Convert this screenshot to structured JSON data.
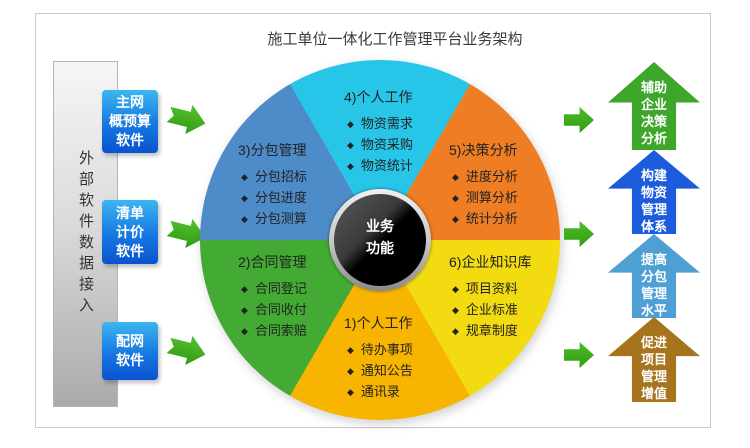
{
  "title": "施工单位一体化工作管理平台业务架构",
  "bullet_char": "◆",
  "external": {
    "label": "外部软件数据接入",
    "boxes": [
      {
        "lines": [
          "主网",
          "概预算",
          "软件"
        ]
      },
      {
        "lines": [
          "清单",
          "计价",
          "软件"
        ]
      },
      {
        "lines": [
          "配网",
          "软件"
        ]
      }
    ]
  },
  "hub": {
    "line1": "业务",
    "line2": "功能"
  },
  "segments": [
    {
      "id": 1,
      "title": "1)个人工作",
      "items": [
        "待办事项",
        "通知公告",
        "通讯录"
      ],
      "color": "#F7B400",
      "position": "bottom"
    },
    {
      "id": 2,
      "title": "2)合同管理",
      "items": [
        "合同登记",
        "合同收付",
        "合同索赔"
      ],
      "color": "#43AA34",
      "position": "lower-left"
    },
    {
      "id": 3,
      "title": "3)分包管理",
      "items": [
        "分包招标",
        "分包进度",
        "分包测算"
      ],
      "color": "#4E8CC9",
      "position": "upper-left"
    },
    {
      "id": 4,
      "title": "4)个人工作",
      "items": [
        "物资需求",
        "物资采购",
        "物资统计"
      ],
      "color": "#27C6E8",
      "position": "top"
    },
    {
      "id": 5,
      "title": "5)决策分析",
      "items": [
        "进度分析",
        "测算分析",
        "统计分析"
      ],
      "color": "#EE7D23",
      "position": "upper-right"
    },
    {
      "id": 6,
      "title": "6)企业知识库",
      "items": [
        "项目资料",
        "企业标准",
        "规章制度"
      ],
      "color": "#F2DB10",
      "position": "lower-right"
    }
  ],
  "outcomes": [
    {
      "lines": [
        "辅助",
        "企业",
        "决策",
        "分析"
      ],
      "color": "#3DA62B"
    },
    {
      "lines": [
        "构建",
        "物资",
        "管理",
        "体系"
      ],
      "color": "#1C5BDC"
    },
    {
      "lines": [
        "提高",
        "分包",
        "管理",
        "水平"
      ],
      "color": "#4D9FD4"
    },
    {
      "lines": [
        "促进",
        "项目",
        "管理",
        "增值"
      ],
      "color": "#A6741C"
    }
  ],
  "colors": {
    "connector_arrow_green": "#3FA81B",
    "source_box_blue_top": "#3CB6F2",
    "source_box_blue_bottom": "#0A52D2"
  }
}
